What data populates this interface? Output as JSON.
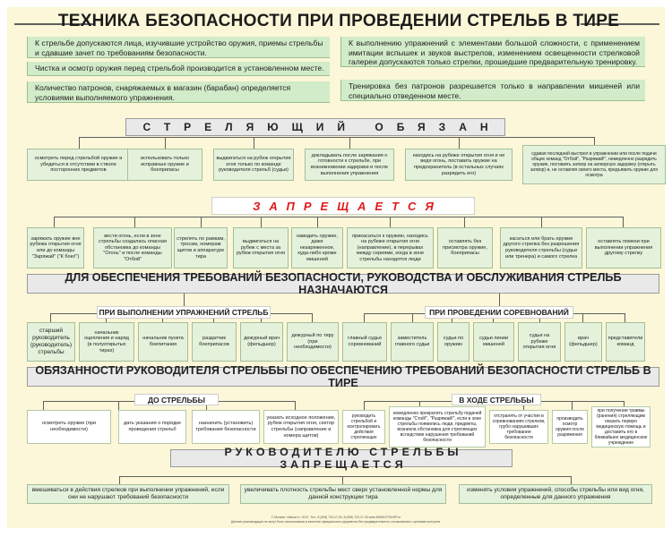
{
  "title": "ТЕХНИКА БЕЗОПАСНОСТИ ПРИ ПРОВЕДЕНИИ СТРЕЛЬБ В ТИРЕ",
  "intro_left": [
    "К стрельбе допускаются лица, изучившие устройство оружия, приемы стрельбы и сдавшие зачет по требованиям безопасности.",
    "Чистка и осмотр оружия перед стрельбой производится в установленном месте.",
    "Количество патронов, снаряжаемых в магазин (барабан) определяется условиями выполняемого упражнения."
  ],
  "intro_right": [
    "К выполнению упражнений с элементами большой сложности, с применением имитации вспышек и звуков выстрелов, изменением освещенности стрелковой галереи допускаются только стрелки, прошедшие предварительную тренировку.",
    "Тренировка без патронов разрешается только в направлении мишеней или специально отведенном месте."
  ],
  "shooter_obliged": {
    "header": "СТРЕЛЯЮЩИЙ ОБЯЗАН",
    "items": [
      "осмотреть перед стрельбой оружие и убедиться в отсутствии в стволе посторонних предметов",
      "использовать только исправные оружие и боеприпасы",
      "выдвигаться на рубеж открытия огня только по команде руководителя стрельб (судьи)",
      "докладывать после заряжания о готовности к стрельбе, при возникновении задержки и после выполнения упражнения",
      "находясь на рубеже открытия огня и не ведя огонь, поставить оружие на предохранитель (в остальных случаях разрядить его)",
      "сдавая последний выстрел в упражнении или после подачи общих команд \"Отбой\", \"Разряжай!\", немедленно разрядить оружие, поставить затвор на затворную задержку (открыть затвор) и, не оставляя своего места, предъявить оружие для осмотра"
    ]
  },
  "forbidden": {
    "header": "ЗАПРЕЩАЕТСЯ",
    "items": [
      "заряжать оружие вне рубежа открытия огня или до команды \"Заряжай\" (\"К бою!\")",
      "вести огонь, если в зоне стрельбы создалась опасная обстановка до команды \"Огонь\" и после команды \"Отбой\"",
      "стрелять по рамкам, тросам, номерам щитов и аппаратуре тира",
      "выдвигаться на рубеж с места за рубеж открытия огня",
      "наводить оружие, даже незаряженное, куда-либо кроме мишеней",
      "прикасаться к оружию, находясь на рубеже открытия огня (направление), в перерывах между сериями, когда в зоне стрельбы находятся люди",
      "оставлять без присмотра оружие, боеприпасы",
      "касаться или брать оружие другого стрелка без разрешения руководителя стрельбы (судьи или тренера) и самого стрелка",
      "оставлять помехи при выполнении упражнения другому стрелку"
    ]
  },
  "appointed": {
    "header": "ДЛЯ ОБЕСПЕЧЕНИЯ ТРЕБОВАНИЙ БЕЗОПАСНОСТИ, РУКОВОДСТВА И ОБСЛУЖИВАНИЯ СТРЕЛЬБ НАЗНАЧАЮТСЯ",
    "left_header": "ПРИ ВЫПОЛНЕНИИ УПРАЖНЕНИЙ СТРЕЛЬБ",
    "right_header": "ПРИ ПРОВЕДЕНИИ СОРЕВНОВАНИЙ",
    "left_items": [
      "старший руководитель (руководитель) стрельбы",
      "начальник оцепления и наряд (в полуоткрытых тирах)",
      "начальник пункта боепитания",
      "раздатчик боеприпасов",
      "дежурный врач (фельдшер)",
      "дежурный по тиру (при необходимости)"
    ],
    "right_items": [
      "главный судья соревнований",
      "заместитель главного судьи",
      "судьи по оружию",
      "судьи линии мишеней",
      "судьи на рубеже открытия огня",
      "врач (фельдшер)",
      "представители команд"
    ]
  },
  "duties": {
    "header": "ОБЯЗАННОСТИ РУКОВОДИТЕЛЯ СТРЕЛЬБЫ ПО ОБЕСПЕЧЕНИЮ ТРЕБОВАНИЙ БЕЗОПАСНОСТИ СТРЕЛЬБ В ТИРЕ",
    "before_header": "ДО СТРЕЛЬБЫ",
    "during_header": "В ХОДЕ СТРЕЛЬБЫ",
    "before_items": [
      "осмотреть оружие (при необходимости)",
      "дать указания о порядке проведения стрельб",
      "назначить (установить) требования безопасности",
      "указать исходное положение, рубеж открытия огня, сектор стрельбы (направление и номера щитов)"
    ],
    "during_items": [
      "руководить стрельбой и контролировать действия стреляющих",
      "немедленно прекратить стрельбу подачей команды \"Стой!\", \"Разряжай!\", если в зоне стрельбы появились люди, предметы, возникла обстановка для стреляющих вследствие нарушения требований безопасности",
      "отстранять от участия в соревнованиях стрелков, грубо нарушивших требования безопасности",
      "производить осмотр оружия после разряжения",
      "при получении травмы (ранения) стреляющим оказать первую медицинскую помощь и доставить его в ближайшее медицинское учреждение"
    ]
  },
  "leader_forbidden": {
    "header": "РУКОВОДИТЕЛЮ СТРЕЛЬБЫ ЗАПРЕЩАЕТСЯ",
    "items": [
      "вмешиваться в действия стрелков при выполнении упражнений, если они не нарушают требований безопасности",
      "увеличивать плотность стрельбы мест сверх установленной нормы для данной конструкции тира",
      "изменять условия упражнений, способы стрельбы или вид огня, определенные для данного упражнения"
    ]
  },
  "footer": [
    "© Москва, «Маскот», 2012. Тел.: 8 (495) 720-17-00; 8 (495) 720-17-30  www.MASKOTSHOP.ru",
    "Данные рекомендации не могут быть использованы в качестве официального документа без предварительного согласования с органами контроля."
  ]
}
